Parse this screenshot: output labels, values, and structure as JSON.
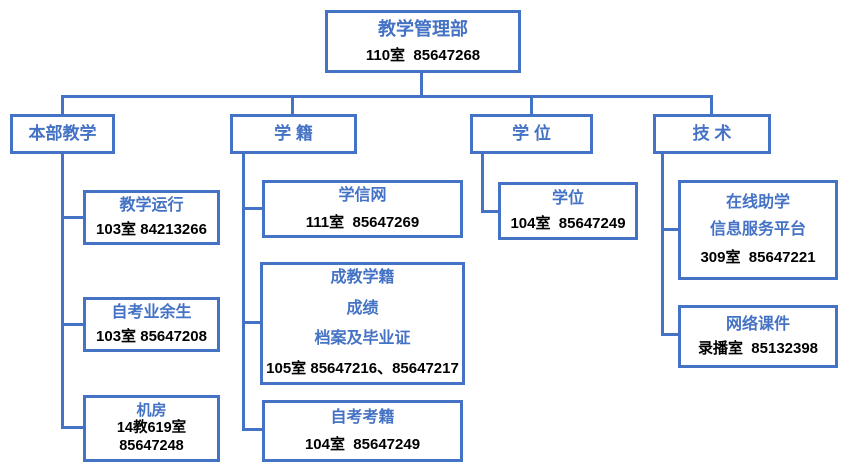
{
  "colors": {
    "line": "#4472C4",
    "title_text": "#4472C4",
    "info_text": "#000000",
    "background": "#FFFFFF"
  },
  "root": {
    "title": "教学管理部",
    "info": "110室  85647268"
  },
  "branches": [
    {
      "label": "本部教学",
      "children": [
        {
          "title_lines": [
            "教学运行"
          ],
          "info_lines": [
            "103室 84213266"
          ]
        },
        {
          "title_lines": [
            "自考业余生"
          ],
          "info_lines": [
            "103室 85647208"
          ]
        },
        {
          "title_lines": [
            "机房"
          ],
          "info_lines": [
            "14教619室",
            "85647248"
          ]
        }
      ]
    },
    {
      "label": "学 籍",
      "children": [
        {
          "title_lines": [
            "学信网"
          ],
          "info_lines": [
            "111室  85647269"
          ]
        },
        {
          "title_lines": [
            "成教学籍",
            "成绩",
            "档案及毕业证"
          ],
          "info_lines": [
            "105室 85647216、85647217"
          ]
        },
        {
          "title_lines": [
            "自考考籍"
          ],
          "info_lines": [
            "104室  85647249"
          ]
        }
      ]
    },
    {
      "label": "学 位",
      "children": [
        {
          "title_lines": [
            "学位"
          ],
          "info_lines": [
            "104室  85647249"
          ]
        }
      ]
    },
    {
      "label": "技 术",
      "children": [
        {
          "title_lines": [
            "在线助学",
            "信息服务平台"
          ],
          "info_lines": [
            "309室  85647221"
          ]
        },
        {
          "title_lines": [
            "网络课件"
          ],
          "info_lines": [
            "录播室  85132398"
          ]
        }
      ]
    }
  ]
}
